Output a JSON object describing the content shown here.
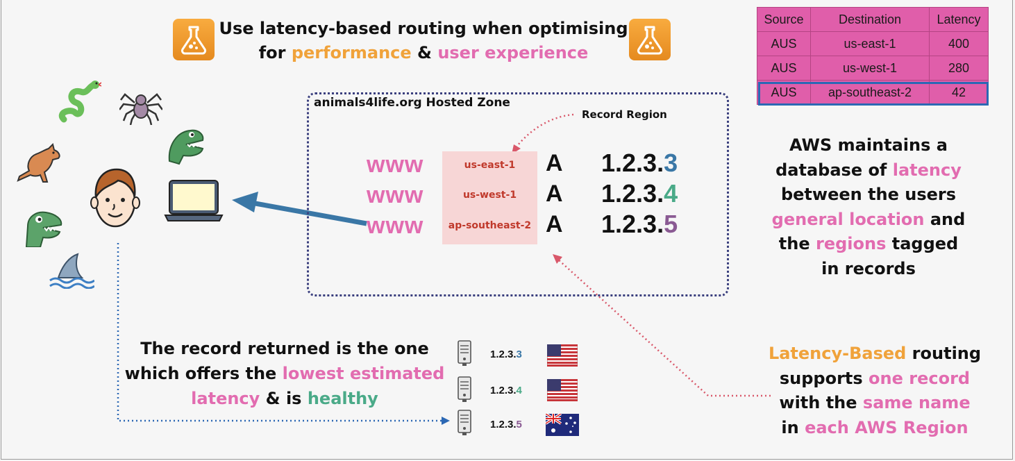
{
  "title": {
    "line1": "Use latency-based routing when optimising",
    "line2_pre": "for ",
    "line2_orange": "performance",
    "line2_mid": " & ",
    "line2_pink": "user experience"
  },
  "latency_table": {
    "headers": [
      "Source",
      "Destination",
      "Latency"
    ],
    "rows": [
      [
        "AUS",
        "us-east-1",
        "400"
      ],
      [
        "AUS",
        "us-west-1",
        "280"
      ],
      [
        "AUS",
        "ap-southeast-2",
        "42"
      ]
    ]
  },
  "hosted_zone": {
    "title": "animals4life.org Hosted Zone",
    "record_region_label": "Record Region",
    "records": [
      {
        "name": "www",
        "region": "us-east-1",
        "type": "A",
        "ip_prefix": "1.2.3.",
        "ip_last": "3"
      },
      {
        "name": "www",
        "region": "us-west-1",
        "type": "A",
        "ip_prefix": "1.2.3.",
        "ip_last": "4"
      },
      {
        "name": "www",
        "region": "ap-southeast-2",
        "type": "A",
        "ip_prefix": "1.2.3.",
        "ip_last": "5"
      }
    ]
  },
  "aws_db_text": {
    "l1": "AWS maintains a",
    "l2a": "database of ",
    "l2b": "latency",
    "l3": "between the users",
    "l4a": "general location",
    "l4b": " and",
    "l5a": "the ",
    "l5b": "regions",
    "l5c": " tagged",
    "l6": "in records"
  },
  "lbr_text": {
    "l1a": "Latency-Based",
    "l1b": " routing",
    "l2a": "supports ",
    "l2b": "one record",
    "l3a": "with the ",
    "l3b": "same name",
    "l4a": "in ",
    "l4b": "each AWS Region"
  },
  "returned_text": {
    "l1": "The record returned is the one",
    "l2a": "which offers the ",
    "l2b": "lowest estimated",
    "l3a": "latency",
    "l3b": " & is ",
    "l3c": "healthy"
  },
  "servers": [
    {
      "ip_prefix": "1.2.3.",
      "ip_last": "3",
      "flag": "us-flag"
    },
    {
      "ip_prefix": "1.2.3.",
      "ip_last": "4",
      "flag": "us-flag"
    },
    {
      "ip_prefix": "1.2.3.",
      "ip_last": "5",
      "flag": "au-flag"
    }
  ],
  "colors": {
    "pink": "#e26cb0",
    "orange": "#f0a23a",
    "green": "#4aaa88",
    "table_pink": "#e05eaa",
    "zone_border": "#3a3f7e",
    "arrow_blue": "#3a77a6",
    "highlight_blue": "#2c68b4"
  },
  "icons": [
    "flask-icon",
    "snake-icon",
    "spider-icon",
    "kangaroo-icon",
    "crocodile-icon",
    "dinosaur-icon",
    "shark-icon",
    "user-face-icon",
    "laptop-icon",
    "server-icon",
    "us-flag-icon",
    "au-flag-icon"
  ]
}
